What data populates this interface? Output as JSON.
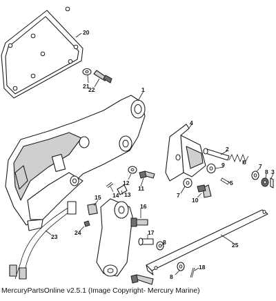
{
  "callouts": [
    "1",
    "2",
    "3",
    "4",
    "5",
    "6",
    "7",
    "7",
    "8",
    "8",
    "9",
    "10",
    "11",
    "12",
    "13",
    "14",
    "15",
    "16",
    "17",
    "18",
    "20",
    "21",
    "22",
    "23",
    "24",
    "25"
  ],
  "footer": "MercuryPartsOnline v2.5.1 (Image Copyright- Mercury Marine)"
}
